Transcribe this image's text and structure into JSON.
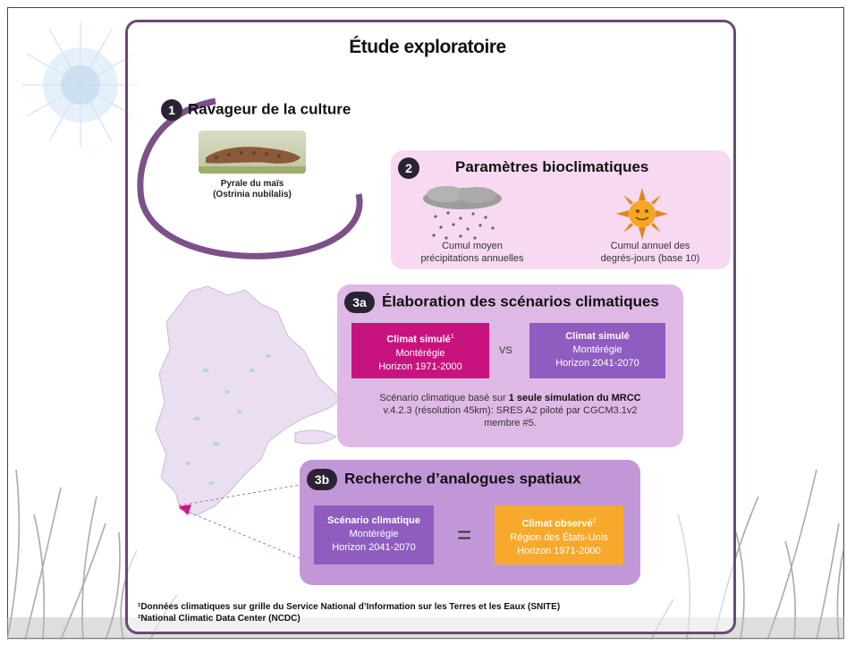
{
  "title": "Étude exploratoire",
  "section1": {
    "number": "1",
    "heading": "Ravageur de la culture",
    "species_line1": "Pyrale du maïs",
    "species_line2": "(Ostrinia nubilalis)"
  },
  "section2": {
    "number": "2",
    "heading": "Paramètres bioclimatiques",
    "param1_line1": "Cumul moyen",
    "param1_line2": "précipitations annuelles",
    "param2_line1": "Cumul annuel des",
    "param2_line2": "degrés-jours (base 10)"
  },
  "section3a": {
    "number": "3a",
    "heading": "Élaboration des scénarios climatiques",
    "box1_title": "Climat simulé",
    "box1_sup": "1",
    "box1_line1": "Montérégie",
    "box1_line2": "Horizon 1971-2000",
    "vs": "VS",
    "box2_title": "Climat simulé",
    "box2_line1": "Montérégie",
    "box2_line2": "Horizon 2041-2070",
    "desc_pre": "Scénario climatique basé sur ",
    "desc_bold": "1 seule simulation du MRCC",
    "desc_line2": "v.4.2.3 (résolution 45km): SRES A2 piloté par CGCM3.1v2",
    "desc_line3": "membre #5."
  },
  "section3b": {
    "number": "3b",
    "heading": "Recherche d’analogues spatiaux",
    "box1_title": "Scénario climatique",
    "box1_line1": "Montérégie",
    "box1_line2": "Horizon 2041-2070",
    "equals": "=",
    "box2_title": "Climat observé",
    "box2_sup": "2",
    "box2_line1": "Région des États-Unis",
    "box2_line2": "Horizon 1971-2000"
  },
  "footnotes": {
    "note1": "¹Données climatiques sur grille du Service National d’Information sur les Terres et les Eaux (SNITE)",
    "note2": "²National Climatic Data Center (NCDC)"
  },
  "colors": {
    "frame": "#6b4a74",
    "box2_bg": "#f7d9f2",
    "box3a_bg": "#dfb9e6",
    "box3b_bg": "#c297d8",
    "magenta": "#c8137f",
    "purple": "#8f5dc0",
    "orange": "#f7a92c"
  }
}
